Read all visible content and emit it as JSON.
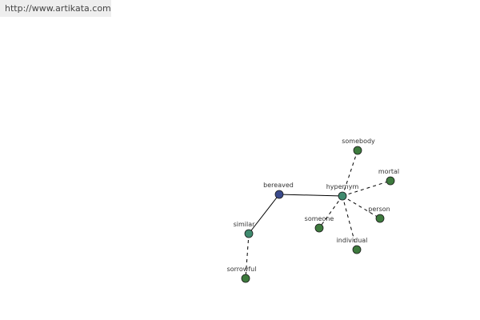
{
  "url": "http://www.artikata.com",
  "colors": {
    "root_node": "#3a4a8c",
    "relation_node": "#3f8a6e",
    "leaf_node": "#3d7a3d",
    "edge": "#000000"
  },
  "nodes": [
    {
      "id": "bereaved",
      "label": "bereaved",
      "kind": "root"
    },
    {
      "id": "hypernym",
      "label": "hypernym",
      "kind": "relation"
    },
    {
      "id": "similar",
      "label": "similar",
      "kind": "relation"
    },
    {
      "id": "sorrowful",
      "label": "sorrowful",
      "kind": "leaf"
    },
    {
      "id": "somebody",
      "label": "somebody",
      "kind": "leaf"
    },
    {
      "id": "mortal",
      "label": "mortal",
      "kind": "leaf"
    },
    {
      "id": "person",
      "label": "person",
      "kind": "leaf"
    },
    {
      "id": "individual",
      "label": "individual",
      "kind": "leaf"
    },
    {
      "id": "someone",
      "label": "someone",
      "kind": "leaf"
    }
  ],
  "edges": [
    {
      "from": "bereaved",
      "to": "hypernym",
      "style": "solid"
    },
    {
      "from": "bereaved",
      "to": "similar",
      "style": "solid"
    },
    {
      "from": "similar",
      "to": "sorrowful",
      "style": "dashed"
    },
    {
      "from": "hypernym",
      "to": "somebody",
      "style": "dashed"
    },
    {
      "from": "hypernym",
      "to": "mortal",
      "style": "dashed"
    },
    {
      "from": "hypernym",
      "to": "person",
      "style": "dashed"
    },
    {
      "from": "hypernym",
      "to": "individual",
      "style": "dashed"
    },
    {
      "from": "hypernym",
      "to": "someone",
      "style": "dashed"
    }
  ]
}
